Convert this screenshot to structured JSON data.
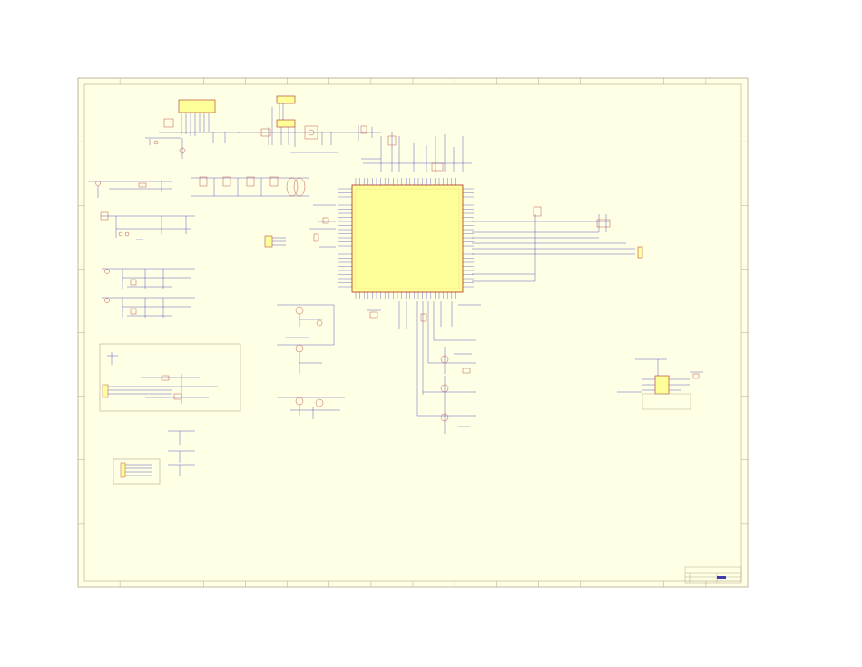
{
  "sheet": {
    "background": "#ffffff",
    "paper_color": "#ffffe6",
    "border_color": "#b5a98a",
    "wire_color": "#3b3bb3",
    "component_color": "#b0302a",
    "chip_fill": "#ffff99",
    "zone_columns": 16,
    "zone_rows": 8
  },
  "title_block": {
    "title": "",
    "sheet_label": ""
  },
  "components": {
    "main_mcu": "main-mcu",
    "connectors": [
      "header-connector-top-left",
      "header-connector-top-mid-a",
      "header-connector-top-mid-b",
      "jumper-center",
      "right-connector"
    ],
    "right_ic": "right-ic"
  }
}
